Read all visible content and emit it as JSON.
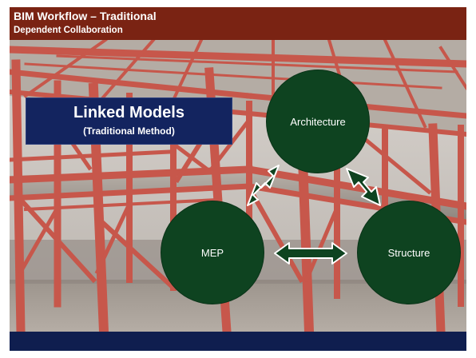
{
  "header": {
    "title": "BIM Workflow – Traditional",
    "subtitle": "Dependent Collaboration"
  },
  "title_box": {
    "main": "Linked Models",
    "sub": "(Traditional Method)"
  },
  "nodes": {
    "architecture": "Architecture",
    "mep": "MEP",
    "structure": "Structure"
  },
  "edges": [
    {
      "from": "architecture",
      "to": "mep",
      "direction": "bidirectional"
    },
    {
      "from": "architecture",
      "to": "structure",
      "direction": "bidirectional"
    },
    {
      "from": "mep",
      "to": "structure",
      "direction": "bidirectional"
    }
  ],
  "colors": {
    "header_bg": "#7a2313",
    "footer_bg": "#0f1e4f",
    "title_box_bg": "#13245f",
    "node_fill": "#0e4320",
    "steel": "#c7574b"
  }
}
